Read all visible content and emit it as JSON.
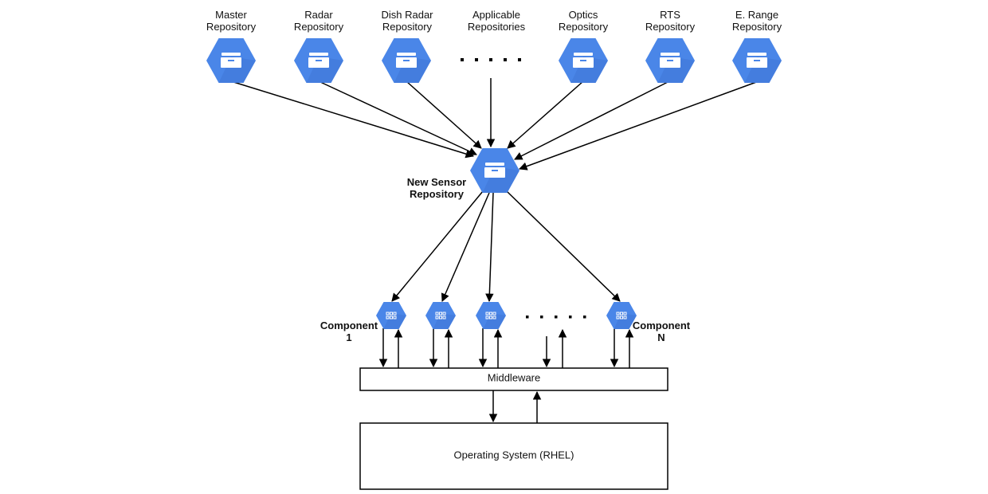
{
  "repositories": [
    {
      "line1": "Master",
      "line2": "Repository"
    },
    {
      "line1": "Radar",
      "line2": "Repository"
    },
    {
      "line1": "Dish Radar",
      "line2": "Repository"
    },
    {
      "line1": "Applicable",
      "line2": "Repositories"
    },
    {
      "line1": "Optics",
      "line2": "Repository"
    },
    {
      "line1": "RTS",
      "line2": "Repository"
    },
    {
      "line1": "E. Range",
      "line2": "Repository"
    }
  ],
  "hub": {
    "line1": "New Sensor",
    "line2": "Repository"
  },
  "component_first": {
    "line1": "Component",
    "line2": "1"
  },
  "component_last": {
    "line1": "Component",
    "line2": "N"
  },
  "middleware_label": "Middleware",
  "os_label": "Operating System (RHEL)",
  "colors": {
    "hex_fill": "#4a86e8",
    "hex_shade": "#3367d6",
    "line": "#000000"
  },
  "icons": {
    "repository": "storage-tray-icon",
    "component": "grid-apps-icon"
  }
}
